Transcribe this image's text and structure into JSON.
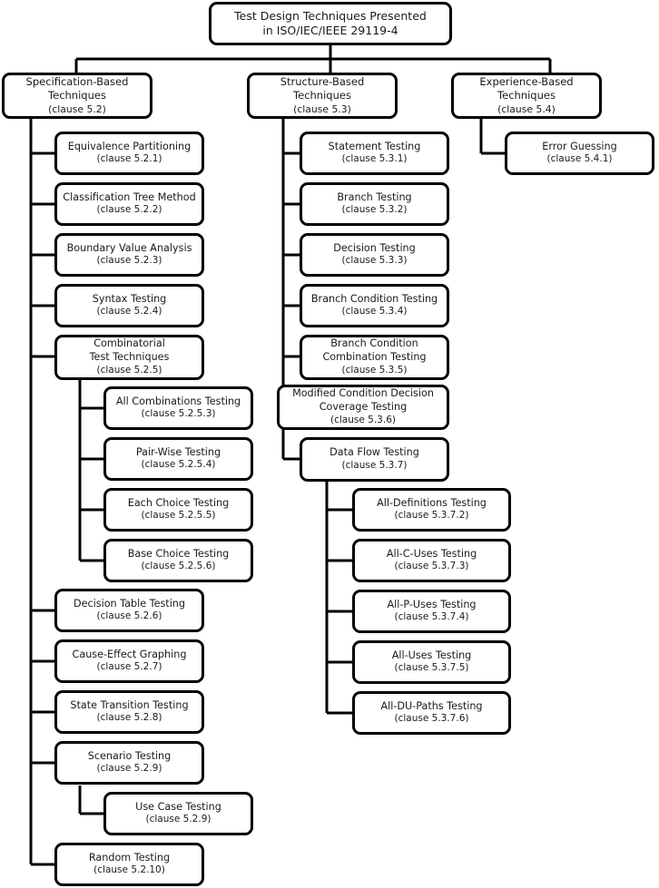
{
  "diagram": {
    "title": "Test Design Techniques Presented in ISO/IEC/IEEE 29119-4",
    "line_color": "#000000",
    "box_fill": "#ffffff",
    "box_border": "#000000"
  },
  "root": {
    "line1": "Test Design Techniques Presented",
    "line2": "in ISO/IEC/IEEE 29119-4"
  },
  "branches": {
    "spec": {
      "line1": "Specification-Based",
      "line2": "Techniques",
      "clause": "(clause 5.2)"
    },
    "struct": {
      "line1": "Structure-Based",
      "line2": "Techniques",
      "clause": "(clause 5.3)"
    },
    "exp": {
      "line1": "Experience-Based",
      "line2": "Techniques",
      "clause": "(clause 5.4)"
    }
  },
  "spec_children": [
    {
      "title": "Equivalence Partitioning",
      "clause": "(clause 5.2.1)"
    },
    {
      "title": "Classification Tree Method",
      "clause": "(clause 5.2.2)"
    },
    {
      "title": "Boundary Value Analysis",
      "clause": "(clause 5.2.3)"
    },
    {
      "title": "Syntax Testing",
      "clause": "(clause 5.2.4)"
    },
    {
      "title": "Combinatorial",
      "title2": "Test Techniques",
      "clause": "(clause 5.2.5)"
    },
    {
      "title": "Decision Table Testing",
      "clause": "(clause 5.2.6)"
    },
    {
      "title": "Cause-Effect Graphing",
      "clause": "(clause 5.2.7)"
    },
    {
      "title": "State Transition Testing",
      "clause": "(clause 5.2.8)"
    },
    {
      "title": "Scenario Testing",
      "clause": "(clause 5.2.9)"
    },
    {
      "title": "Random Testing",
      "clause": "(clause 5.2.10)"
    }
  ],
  "combinatorial_children": [
    {
      "title": "All Combinations Testing",
      "clause": "(clause 5.2.5.3)"
    },
    {
      "title": "Pair-Wise Testing",
      "clause": "(clause 5.2.5.4)"
    },
    {
      "title": "Each Choice Testing",
      "clause": "(clause 5.2.5.5)"
    },
    {
      "title": "Base Choice Testing",
      "clause": "(clause 5.2.5.6)"
    }
  ],
  "scenario_children": [
    {
      "title": "Use Case Testing",
      "clause": "(clause 5.2.9)"
    }
  ],
  "struct_children": [
    {
      "title": "Statement  Testing",
      "clause": "(clause 5.3.1)"
    },
    {
      "title": "Branch Testing",
      "clause": "(clause 5.3.2)"
    },
    {
      "title": "Decision Testing",
      "clause": "(clause 5.3.3)"
    },
    {
      "title": "Branch Condition Testing",
      "clause": "(clause 5.3.4)"
    },
    {
      "title": "Branch Condition",
      "title2": "Combination Testing",
      "clause": "(clause 5.3.5)"
    },
    {
      "title": "Modified Condition Decision",
      "title2": "Coverage  Testing",
      "clause": "(clause 5.3.6)"
    },
    {
      "title": "Data Flow Testing",
      "clause": "(clause 5.3.7)"
    }
  ],
  "dataflow_children": [
    {
      "title": "All-Definitions Testing",
      "clause": "(clause 5.3.7.2)"
    },
    {
      "title": "All-C-Uses Testing",
      "clause": "(clause 5.3.7.3)"
    },
    {
      "title": "All-P-Uses Testing",
      "clause": "(clause 5.3.7.4)"
    },
    {
      "title": "All-Uses Testing",
      "clause": "(clause 5.3.7.5)"
    },
    {
      "title": "All-DU-Paths Testing",
      "clause": "(clause 5.3.7.6)"
    }
  ],
  "exp_children": [
    {
      "title": "Error Guessing",
      "clause": "(clause 5.4.1)"
    }
  ]
}
